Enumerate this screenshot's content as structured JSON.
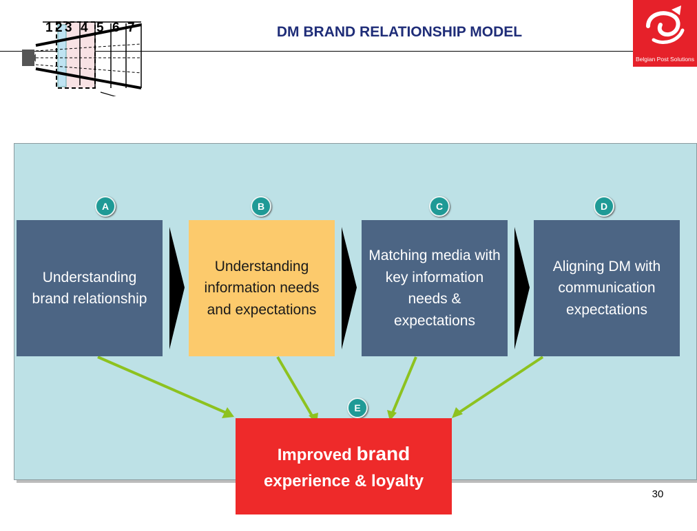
{
  "header": {
    "title": "DM BRAND RELATIONSHIP MODEL",
    "logo_text": "Belgian Post Solutions"
  },
  "mini_diagram": {
    "numbers": [
      "1",
      "2",
      "3",
      "4",
      "5",
      "6",
      "7"
    ]
  },
  "steps": [
    {
      "badge": "A",
      "label": "Understanding brand relationship",
      "highlighted": false
    },
    {
      "badge": "B",
      "label": "Understanding information needs and expectations",
      "highlighted": true
    },
    {
      "badge": "C",
      "label": "Matching media with key information needs & expectations",
      "highlighted": false
    },
    {
      "badge": "D",
      "label": "Aligning DM with communication expectations",
      "highlighted": false
    }
  ],
  "result": {
    "badge": "E",
    "prefix": "Improved ",
    "emphasis": "brand",
    "suffix": "experience & loyalty"
  },
  "page_number": "30",
  "colors": {
    "step_box": "#4c6584",
    "step_highlight": "#fcca6c",
    "result_box": "#ee2a2a",
    "badge": "#1f9a96",
    "panel": "#bde1e6",
    "connector": "#8dc21f"
  }
}
